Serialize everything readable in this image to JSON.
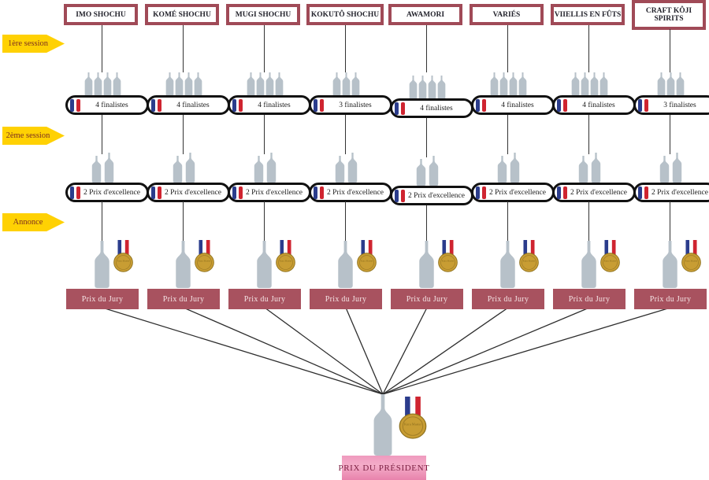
{
  "palette": {
    "maroon": "#a04a57",
    "jury_bg": "#a8525f",
    "yellow": "#ffd103",
    "arrow_text": "#7a2e21",
    "bottle": "#b7c1c9",
    "flag_blue": "#2b3c8c",
    "flag_red": "#cf2430",
    "gold": "#c89d33",
    "president_bg": "#ef8fb4",
    "president_text": "#7d2144"
  },
  "session_labels": [
    {
      "label": "1ère session"
    },
    {
      "label": "2ème session"
    },
    {
      "label": "Annonce"
    }
  ],
  "columns": [
    {
      "name": "IMO SHOCHU",
      "finalist_bottles": 4,
      "finalists_label": "4 finalistes",
      "excellence_bottles": 2,
      "excellence_label": "2 Prix d'excellence",
      "jury_label": "Prix du Jury"
    },
    {
      "name": "KOMÉ SHOCHU",
      "finalist_bottles": 4,
      "finalists_label": "4 finalistes",
      "excellence_bottles": 2,
      "excellence_label": "2 Prix d'excellence",
      "jury_label": "Prix du Jury"
    },
    {
      "name": "MUGI SHOCHU",
      "finalist_bottles": 4,
      "finalists_label": "4 finalistes",
      "excellence_bottles": 2,
      "excellence_label": "2 Prix d'excellence",
      "jury_label": "Prix du Jury"
    },
    {
      "name": "KOKUTÔ SHOCHU",
      "finalist_bottles": 3,
      "finalists_label": "3 finalistes",
      "excellence_bottles": 2,
      "excellence_label": "2 Prix d'excellence",
      "jury_label": "Prix du Jury"
    },
    {
      "name": "AWAMORI",
      "finalist_bottles": 4,
      "finalists_label": "4 finalistes",
      "excellence_bottles": 2,
      "excellence_label": "2 Prix d'excellence",
      "jury_label": "Prix du Jury"
    },
    {
      "name": "VARIÉS",
      "finalist_bottles": 4,
      "finalists_label": "4 finalistes",
      "excellence_bottles": 2,
      "excellence_label": "2 Prix d'excellence",
      "jury_label": "Prix du Jury"
    },
    {
      "name": "VIIELLIS EN FÛTS",
      "finalist_bottles": 4,
      "finalists_label": "4 finalistes",
      "excellence_bottles": 2,
      "excellence_label": "2 Prix d'excellence",
      "jury_label": "Prix du Jury"
    },
    {
      "name": "CRAFT KÔJI SPIRITS",
      "finalist_bottles": 3,
      "finalists_label": "3 finalistes",
      "excellence_bottles": 2,
      "excellence_label": "2 Prix d'excellence",
      "jury_label": "Prix du Jury"
    }
  ],
  "president_label": "PRIX DU PRÉSIDENT"
}
